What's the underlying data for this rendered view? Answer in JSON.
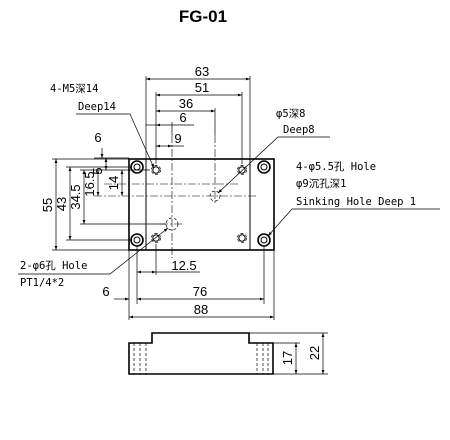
{
  "title": "FG-01",
  "dimensions": {
    "d63": "63",
    "d51": "51",
    "d36": "36",
    "d6_top": "6",
    "d9": "9",
    "d6_left": "6",
    "d5": "5",
    "d14": "14",
    "d16_5": "16.5",
    "d55": "55",
    "d43": "43",
    "d34_5": "34.5",
    "d12_5": "12.5",
    "d6_bottom": "6",
    "d76": "76",
    "d88": "88",
    "d17": "17",
    "d22": "22"
  },
  "notes": {
    "m5_line1": "4-M5深14",
    "m5_line2": "Deep14",
    "phi5_line1": "φ5深8",
    "phi5_line2": "Deep8",
    "holes_line1": "4-φ5.5孔 Hole",
    "holes_line2": "φ9沉孔深1",
    "holes_line3": "Sinking Hole Deep 1",
    "pt_line1": "2-φ6孔 Hole",
    "pt_line2": "PT1/4*2"
  }
}
